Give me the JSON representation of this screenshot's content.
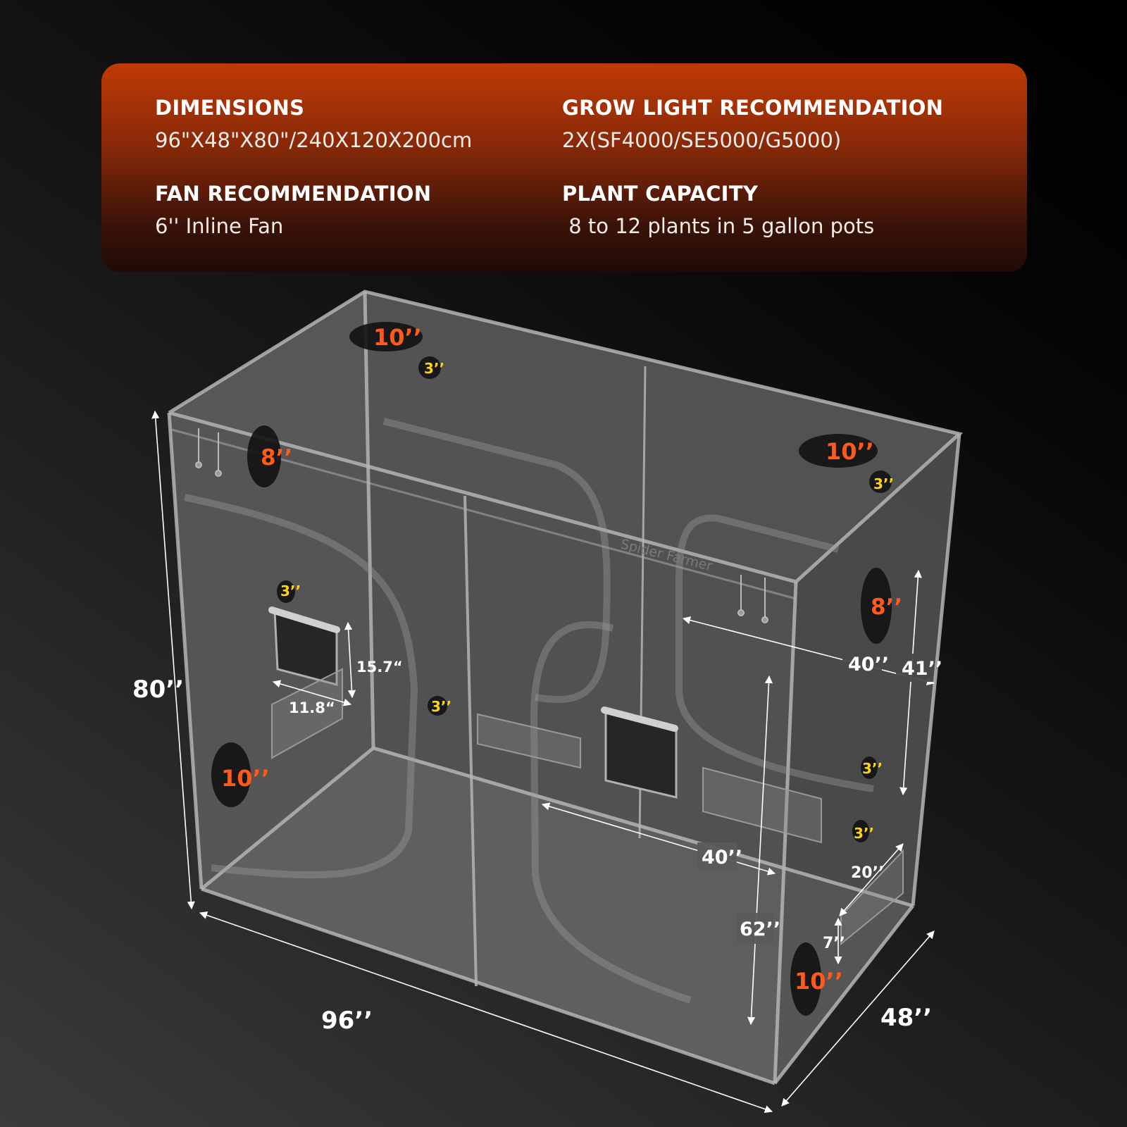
{
  "specs": {
    "dimensions": {
      "title": "DIMENSIONS",
      "value": "96\"X48\"X80\"/240X120X200cm"
    },
    "grow_light": {
      "title": "GROW LIGHT RECOMMENDATION",
      "value": "2X(SF4000/SE5000/G5000)"
    },
    "fan": {
      "title": "FAN RECOMMENDATION",
      "value": "6'' Inline Fan"
    },
    "plants": {
      "title": "PLANT CAPACITY",
      "value": " 8 to 12 plants in 5 gallon pots"
    }
  },
  "measurements": {
    "height": "80’’",
    "length": "96’’",
    "depth": "48’’",
    "window_height": "15.7“",
    "window_width": "11.8“",
    "back_width": "40’’",
    "bottom_width": "40’’",
    "side_height": "41’’",
    "door_height": "62’’",
    "flap_width": "20’’",
    "flap_height": "7’’"
  },
  "ports": {
    "top_left_large": "10’’",
    "top_left_small": "3’’",
    "left_upper": "8’’",
    "left_small": "3’’",
    "left_lower": "10’’",
    "back_small": "3’’",
    "top_right_large": "10’’",
    "top_right_small": "3’’",
    "right_upper": "8’’",
    "right_small_1": "3’’",
    "right_small_2": "3’’",
    "right_lower": "10’’"
  },
  "brand_mark": "Spider Farmer"
}
